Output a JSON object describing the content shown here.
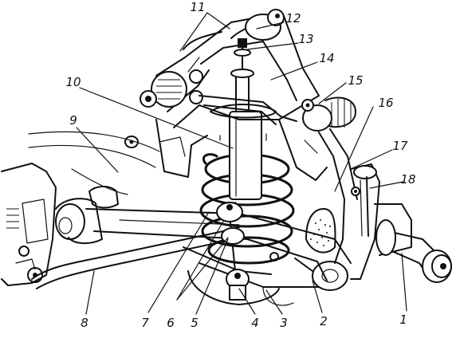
{
  "labels": {
    "l1": "1",
    "l2": "2",
    "l3": "3",
    "l4": "4",
    "l5": "5",
    "l6": "6",
    "l7": "7",
    "l8": "8",
    "l9": "9",
    "l10": "10",
    "l11": "11",
    "l12": "12",
    "l13": "13",
    "l14": "14",
    "l15": "15",
    "l16": "16",
    "l17": "17",
    "l18": "18"
  },
  "colors": {
    "ink": "#111111",
    "paper": "#ffffff"
  }
}
